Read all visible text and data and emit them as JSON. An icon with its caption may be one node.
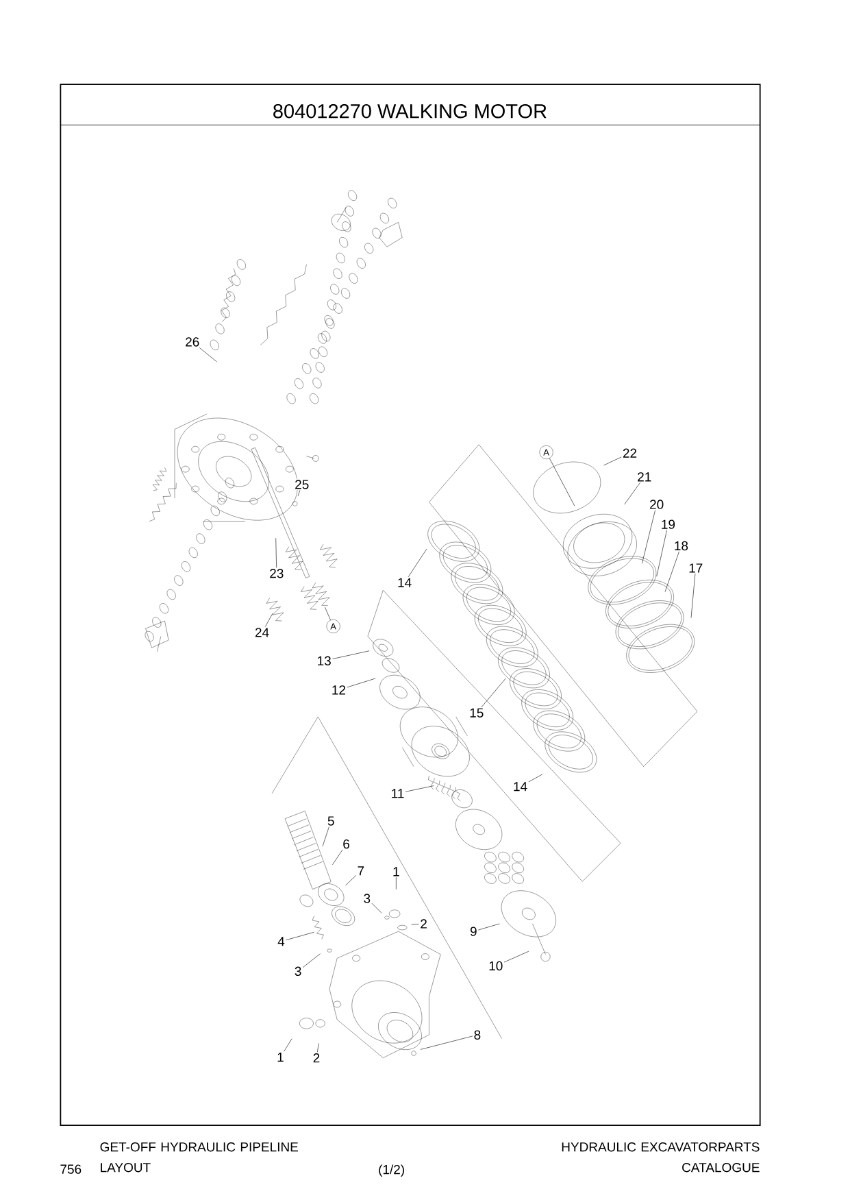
{
  "diagram": {
    "title": "804012270 WALKING MOTOR",
    "nodes": [
      {
        "text": [
          "26"
        ]
      },
      {
        "text": [
          "A"
        ]
      },
      {
        "text": [
          "22"
        ]
      },
      {
        "text": [
          "21"
        ]
      },
      {
        "text": [
          "25"
        ]
      },
      {
        "text": [
          "20"
        ]
      },
      {
        "text": [
          "19"
        ]
      },
      {
        "text": [
          "18"
        ]
      },
      {
        "text": [
          "17"
        ]
      },
      {
        "text": [
          "23"
        ]
      },
      {
        "text": [
          "14"
        ]
      },
      {
        "text": [
          "A"
        ]
      },
      {
        "text": [
          "24"
        ]
      },
      {
        "text": [
          "13"
        ]
      },
      {
        "text": [
          "12"
        ]
      },
      {
        "text": [
          "15"
        ]
      },
      {
        "text": [
          "14"
        ]
      },
      {
        "text": [
          "11"
        ]
      },
      {
        "text": [
          "5"
        ]
      },
      {
        "text": [
          "6"
        ]
      },
      {
        "text": [
          "7"
        ]
      },
      {
        "text": [
          "1"
        ]
      },
      {
        "text": [
          "3"
        ]
      },
      {
        "text": [
          "2"
        ]
      },
      {
        "text": [
          "9"
        ]
      },
      {
        "text": [
          "4"
        ]
      },
      {
        "text": [
          "10"
        ]
      },
      {
        "text": [
          "3"
        ]
      },
      {
        "text": [
          "8"
        ]
      },
      {
        "text": [
          "1"
        ]
      },
      {
        "text": [
          "2"
        ]
      }
    ],
    "edges": [
      {
        "from": 0,
        "to": null,
        "arrow": "none"
      },
      {
        "from": 1,
        "to": null,
        "arrow": "none"
      },
      {
        "from": 2,
        "to": null,
        "arrow": "none"
      },
      {
        "from": 3,
        "to": null,
        "arrow": "none"
      },
      {
        "from": 4,
        "to": null,
        "arrow": "none"
      },
      {
        "from": 5,
        "to": null,
        "arrow": "none"
      },
      {
        "from": 6,
        "to": null,
        "arrow": "none"
      },
      {
        "from": 7,
        "to": null,
        "arrow": "none"
      },
      {
        "from": 8,
        "to": null,
        "arrow": "none"
      },
      {
        "from": 9,
        "to": null,
        "arrow": "none"
      },
      {
        "from": 10,
        "to": null,
        "arrow": "none"
      },
      {
        "from": 11,
        "to": null,
        "arrow": "none"
      },
      {
        "from": 12,
        "to": null,
        "arrow": "none"
      },
      {
        "from": 13,
        "to": null,
        "arrow": "none"
      },
      {
        "from": 14,
        "to": null,
        "arrow": "none"
      },
      {
        "from": 15,
        "to": null,
        "arrow": "none"
      },
      {
        "from": 16,
        "to": null,
        "arrow": "none"
      },
      {
        "from": 17,
        "to": null,
        "arrow": "none"
      },
      {
        "from": 18,
        "to": null,
        "arrow": "none"
      },
      {
        "from": 19,
        "to": null,
        "arrow": "none"
      },
      {
        "from": 20,
        "to": null,
        "arrow": "none"
      },
      {
        "from": 21,
        "to": null,
        "arrow": "none"
      },
      {
        "from": 22,
        "to": null,
        "arrow": "none"
      },
      {
        "from": 23,
        "to": null,
        "arrow": "none"
      },
      {
        "from": 24,
        "to": null,
        "arrow": "none"
      },
      {
        "from": 25,
        "to": null,
        "arrow": "none"
      },
      {
        "from": 26,
        "to": null,
        "arrow": "none"
      },
      {
        "from": 27,
        "to": null,
        "arrow": "none"
      },
      {
        "from": 28,
        "to": null,
        "arrow": "none"
      },
      {
        "from": 29,
        "to": null,
        "arrow": "none"
      },
      {
        "from": 30,
        "to": null,
        "arrow": "none"
      }
    ],
    "labels": [
      "GET-OFF HYDRAULIC PIPELINE LAYOUT",
      "HYDRAULIC EXCAVATORPARTS CATALOGUE",
      "756",
      "(1/2)"
    ]
  }
}
